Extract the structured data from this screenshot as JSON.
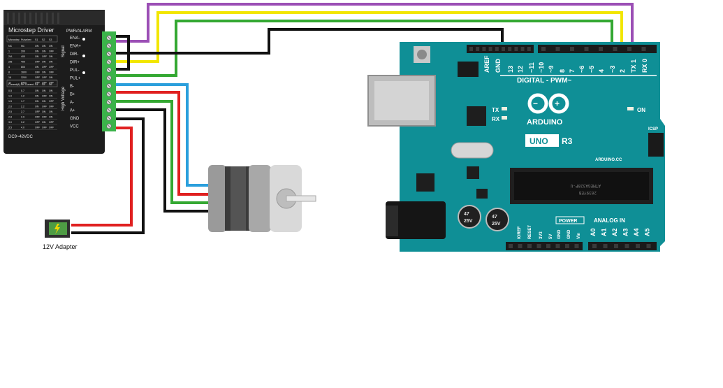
{
  "colors": {
    "background": "#ffffff",
    "wire_purple": "#9b4fb5",
    "wire_yellow": "#f2e600",
    "wire_green": "#34a832",
    "wire_black": "#111111",
    "wire_red": "#e02020",
    "wire_blue": "#2b9fdc",
    "arduino_board": "#0f8f96",
    "driver_body": "#1c1c1c",
    "terminal_green": "#3bb34a",
    "motor_grey": "#9a9a9a"
  },
  "driver": {
    "brand_label": "Microstep Driver",
    "pwm_alarm_label": "PWR/ALARM",
    "signal_label": "Signal",
    "high_voltage_label": "High Voltage",
    "voltage_label": "DC9~42VDC",
    "current_label": "Current(A)",
    "table_headers": [
      "Microstep",
      "Pulse/rev",
      "S1",
      "S2",
      "S3"
    ],
    "table_rows": [
      [
        "NC",
        "NC",
        "ON",
        "ON",
        "ON"
      ],
      [
        "1",
        "200",
        "ON",
        "ON",
        "OFF"
      ],
      [
        "2/A",
        "400",
        "ON",
        "OFF",
        "ON"
      ],
      [
        "2/B",
        "400",
        "OFF",
        "ON",
        "ON"
      ],
      [
        "4",
        "800",
        "ON",
        "OFF",
        "OFF"
      ],
      [
        "8",
        "1600",
        "OFF",
        "ON",
        "OFF"
      ],
      [
        "16",
        "3200",
        "OFF",
        "OFF",
        "ON"
      ],
      [
        "32",
        "6400",
        "OFF",
        "OFF",
        "OFF"
      ]
    ],
    "current_headers": [
      "Current(A)",
      "PK Current",
      "S4",
      "S5",
      "S6"
    ],
    "current_rows": [
      [
        "0.5",
        "0.7",
        "ON",
        "ON",
        "ON"
      ],
      [
        "1.0",
        "1.2",
        "ON",
        "OFF",
        "ON"
      ],
      [
        "1.5",
        "1.7",
        "ON",
        "ON",
        "OFF"
      ],
      [
        "2.0",
        "2.2",
        "ON",
        "OFF",
        "OFF"
      ],
      [
        "2.5",
        "2.7",
        "OFF",
        "ON",
        "ON"
      ],
      [
        "2.8",
        "2.9",
        "OFF",
        "OFF",
        "ON"
      ],
      [
        "3.0",
        "3.2",
        "OFF",
        "ON",
        "OFF"
      ],
      [
        "3.5",
        "4.0",
        "OFF",
        "OFF",
        "OFF"
      ]
    ],
    "terminals": [
      "ENA-",
      "ENA+",
      "DIR-",
      "DIR+",
      "PUL-",
      "PUL+",
      "B-",
      "B+",
      "A-",
      "A+",
      "GND",
      "VCC"
    ]
  },
  "adapter": {
    "label": "12V Adapter"
  },
  "arduino": {
    "logo_text": "ARDUINO",
    "model": "UNO",
    "revision": "R3",
    "digital_label": "DIGITAL - PWM~",
    "top_pins": [
      "AREF",
      "GND",
      "13",
      "12",
      "~11",
      "~10",
      "~9",
      "8",
      "7",
      "~6",
      "~5",
      "4",
      "~3",
      "2",
      "TX 1",
      "RX 0"
    ],
    "tx_label": "TX",
    "rx_label": "RX",
    "on_label": "ON",
    "icsp_label": "ICSP",
    "power_label": "POWER",
    "analog_label": "ANALOG IN",
    "bottom_pins": [
      "IOREF",
      "RESET",
      "3V3",
      "5V",
      "GND",
      "GND",
      "Vin"
    ],
    "analog_pins": [
      "A0",
      "A1",
      "A2",
      "A3",
      "A4",
      "A5"
    ],
    "chip_text_1": "ATMEGA328P-U",
    "chip_text_2": "2039YEB",
    "website": "ARDUINO.CC",
    "cap_1": "25V",
    "cap_2": "25V",
    "cap_value_1": "47",
    "cap_value_2": "47"
  }
}
